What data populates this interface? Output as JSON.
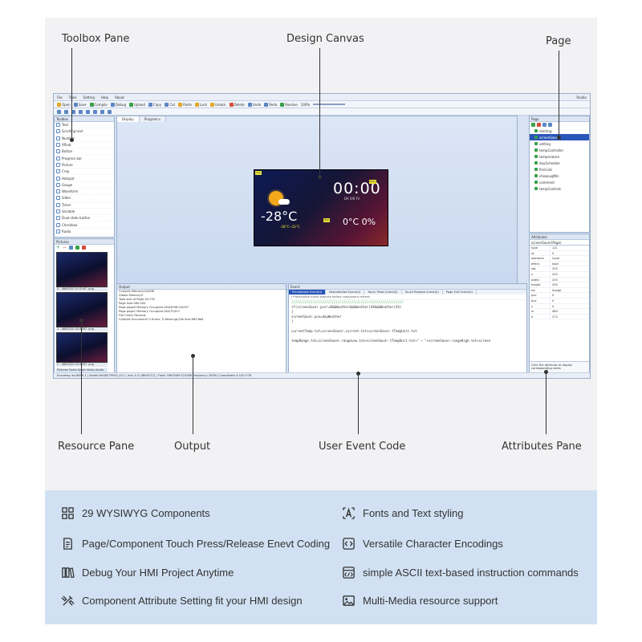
{
  "callouts": {
    "toolbox": "Toolbox Pane",
    "design_canvas": "Design Canvas",
    "page": "Page",
    "resource": "Resource Pane",
    "output": "Output",
    "user_event_code": "User Event Code",
    "attributes": "Attributes Pane"
  },
  "editor": {
    "menu": [
      "File",
      "Tools",
      "Setting",
      "Help",
      "About"
    ],
    "window_title": "Studio",
    "toolbar": [
      "Open",
      "Save",
      "Compile",
      "Debug",
      "Upload",
      "Copy",
      "Cut",
      "Paste",
      "Lock",
      "Unlock",
      "Delete",
      "Undo",
      "Redo",
      "Resolve"
    ],
    "zoom": "100%",
    "toolbox_title": "Toolbox",
    "toolbox_items": [
      "Text",
      "Scrolling text",
      "Number",
      "Xfloat",
      "Button",
      "Progress bar",
      "Picture",
      "Crop",
      "Hotspot",
      "Gauge",
      "Waveform",
      "Slider",
      "Timer",
      "Variable",
      "Dual-state button",
      "Checkbox",
      "Radio"
    ],
    "resource_title": "Pictures",
    "resource_items": [
      "0 - 480X320 01.0167 .png",
      "1 - 480X320 02.0167 .png",
      "2 - 480X320 03.0167 .png"
    ],
    "resource_tabs": "Pictures  Fonts  Gmov  Video  Audio",
    "canvas_tabs": [
      "Display",
      "Program.s"
    ],
    "design": {
      "clock": "00:00",
      "date": "DA   0/0 Fri",
      "temp": "-28°C",
      "temp_range": "-28°C~32°C",
      "values": "0°C  0%",
      "tags": [
        "id 2",
        "Tem",
        "Hum"
      ]
    },
    "page_title": "Page",
    "pages": [
      "starting",
      "screenSaver",
      "setting",
      "tempController",
      "temperature",
      "daySchedule",
      "fireCoils",
      "showLogMin",
      "comment",
      "tempControls"
    ],
    "attributes_title": "Attributes",
    "attributes_header": "screenSaver(Page)",
    "attributes": [
      [
        "type",
        "121"
      ],
      [
        "id",
        "0"
      ],
      [
        "objname",
        "Local"
      ],
      [
        "effect",
        "load"
      ],
      [
        "sta",
        "255"
      ],
      [
        "x",
        "255"
      ],
      [
        "width",
        "255"
      ],
      [
        "height",
        "255"
      ],
      [
        "txt",
        "image"
      ],
      [
        "pco",
        "0"
      ],
      [
        "bco",
        "0"
      ],
      [
        "x",
        "0"
      ],
      [
        "w",
        "480"
      ],
      [
        "h",
        "272"
      ]
    ],
    "attributes_hint": "Click the attribute to display corresponding notes",
    "output_title": "Output",
    "output_lines": [
      "Compile Memory:0/4096",
      "Global Memory:0",
      "Total size of Page:18.77K",
      "Page Size:360.000",
      "Page page0 Memory Occupied:184/4096:0/2097",
      "Page page1 Memory Occupied:184/75/0:0",
      "File Check Records",
      "Compile Successful! 0 Errors, 0 Warnings,File Size:965.864"
    ],
    "event_title": "Event",
    "event_tabs": [
      "Preinitialize Event(0)",
      "Postinitialize Event(0)",
      "Touch Press Event(0)",
      "Touch Release Event(0)",
      "Page Exit Event(0)"
    ],
    "event_hint": "1 Preinitialize event execute before component refresh",
    "code_lines": [
      "//////////////////////////////////////////////////////////",
      "if(screenSaver.pco!=0&&Weather&&&Weather(XX&&&Weather(XX)",
      "{",
      "  screenSaver.pco=dayWeather",
      "}",
      "",
      "currentTemp.txt=screenSaver.current.txt+screenSaver.tTempUnit.txt",
      "",
      "tempRange.txt=screenSaver.rangeLow.txt+screenSaver.tTempUnit.txt+\" ~ \"+screenSaver.rangeHigh.txt+screen"
    ],
    "statusbar": "Encoding iso-8859-1  |  Model NX4827P043_011  |  inch 4.3 (480X272)  |  Flash 16M RAM 524288 Frequency 200M  |  Coordinate X:105 Y:76"
  },
  "features": [
    {
      "icon": "components-grid-icon",
      "text": "29 WYSIWYG Components"
    },
    {
      "icon": "font-style-icon",
      "text": "Fonts and Text styling"
    },
    {
      "icon": "code-document-icon",
      "text": "Page/Component Touch Press/Release Enevt Coding"
    },
    {
      "icon": "encoding-icon",
      "text": "Versatile Character Encodings"
    },
    {
      "icon": "debug-books-icon",
      "text": "Debug Your HMI Project Anytime"
    },
    {
      "icon": "instruction-window-icon",
      "text": "simple ASCII text-based instruction commands"
    },
    {
      "icon": "tools-icon",
      "text": "Component Attribute Setting fit your HMI design"
    },
    {
      "icon": "media-picture-icon",
      "text": "Multi-Media resource support"
    }
  ]
}
